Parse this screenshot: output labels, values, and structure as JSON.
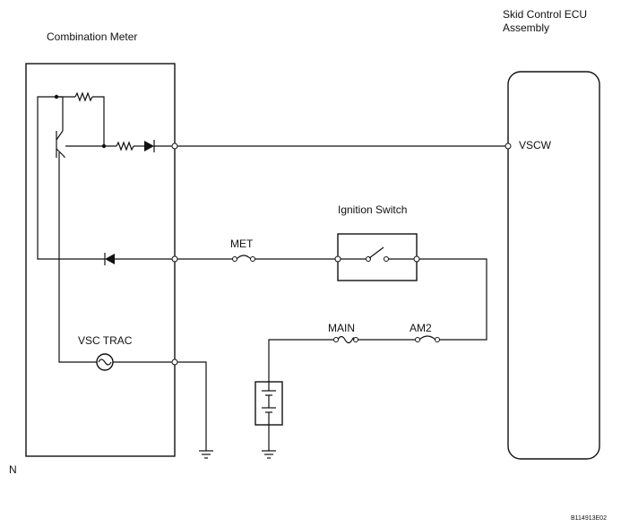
{
  "labels": {
    "combination_meter": "Combination Meter",
    "skid_ecu_line1": "Skid Control ECU",
    "skid_ecu_line2": "Assembly",
    "vscw": "VSCW",
    "ignition_switch": "Ignition Switch",
    "met": "MET",
    "main": "MAIN",
    "am2": "AM2",
    "vsc_trac": "VSC TRAC",
    "corner_n": "N",
    "figure_code": "B114913E02"
  }
}
